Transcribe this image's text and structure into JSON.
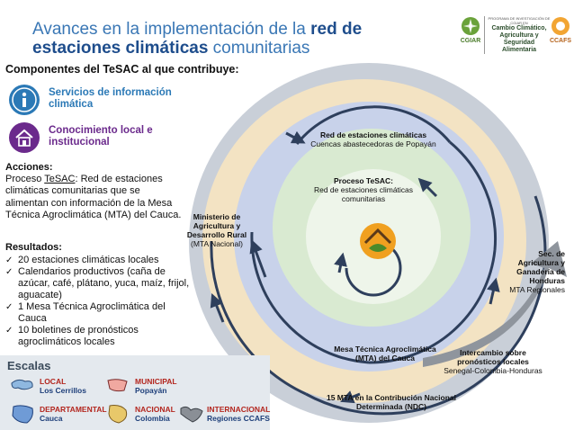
{
  "title": {
    "part1": "Avances en la implementación de la ",
    "bold1": "red de estaciones climáticas",
    "part2": " comunitarias"
  },
  "logos": {
    "cgiar": "CGIAR",
    "program_top": "PROGRAMA DE INVESTIGACIÓN DE CGIAR EN",
    "program_name": "Cambio Climático, Agricultura y Seguridad Alimentaria",
    "ccafs": "CCAFS"
  },
  "components": {
    "heading": "Componentes del TeSAC al que contribuye:",
    "item1": "Servicios de información climática",
    "item2": "Conocimiento local e institucional"
  },
  "acciones": {
    "heading": "Acciones:",
    "text_pre": "Proceso ",
    "link": "TeSAC",
    "text_post": ": Red de estaciones climáticas comunitarias que se alimentan con información de la Mesa Técnica Agroclimática (MTA) del Cauca."
  },
  "resultados": {
    "heading": "Resultados:",
    "items": [
      "20 estaciones climáticas locales",
      "Calendarios productivos (caña de azúcar, café, plátano, yuca, maíz, frijol, aguacate)",
      "1 Mesa Técnica Agroclimática del Cauca",
      "10 boletines de pronósticos agroclimáticos locales"
    ]
  },
  "escalas": {
    "heading": "Escalas",
    "local": "LOCAL",
    "local_sub": "Los Cerrillos",
    "municipal": "MUNICIPAL",
    "municipal_sub": "Popayán",
    "departamental": "DEPARTAMENTAL",
    "departamental_sub": "Cauca",
    "nacional": "NACIONAL",
    "nacional_sub": "Colombia",
    "internacional": "INTERNACIONAL",
    "internacional_sub": "Regiones CCAFS"
  },
  "diagram": {
    "red_bold": "Red de estaciones climáticas",
    "red_sub": "Cuencas abastecedoras de Popayán",
    "proceso_bold": "Proceso TeSAC:",
    "proceso_sub": "Red de estaciones climáticas comunitarias",
    "ministerio_bold": "Ministerio de Agricultura y Desarrollo Rural",
    "ministerio_sub": "(MTA Nacional)",
    "mesa_bold": "Mesa Técnica Agroclimática (MTA) del Cauca",
    "intercambio_bold": "Intercambio sobre pronósticos locales",
    "intercambio_sub": "Senegal-Colombia-Honduras",
    "sec_bold": "Sec. de Agricultura y Ganadería de Honduras",
    "sec_sub": "MTA Regionales",
    "ndc_bold": "15 MTA en la Contribución Nacional Determinada (NDC)"
  },
  "colors": {
    "title_blue": "#3a77b5",
    "component1": "#2b79b6",
    "component2": "#6b2a8c",
    "ring_outer": "#c9cfd8",
    "ring_beige": "#f3e3c3",
    "ring_blue": "#c8d2ea",
    "ring_green": "#d9ead1",
    "arrow": "#2e3f5c"
  }
}
